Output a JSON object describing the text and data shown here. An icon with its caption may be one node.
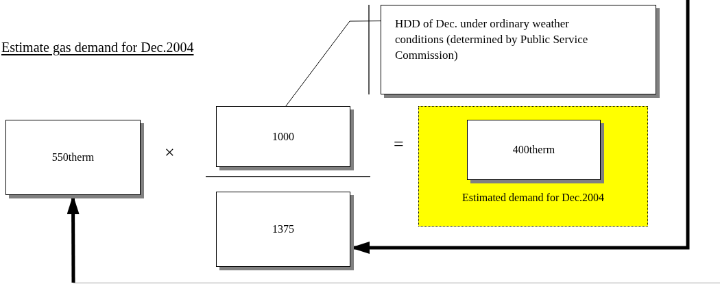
{
  "diagram": {
    "title": "Estimate gas demand for Dec.2004",
    "nodes": [
      {
        "text": [
          "HDD of Dec. under ordinary weather conditions (determined by Public Service Commission)"
        ]
      },
      {
        "text": [
          "550therm"
        ]
      },
      {
        "text": [
          "1000"
        ]
      },
      {
        "text": [
          "1375"
        ]
      },
      {
        "text": [
          "Estimated demand for Dec.2004"
        ]
      },
      {
        "text": [
          "400therm"
        ],
        "in": 4
      }
    ],
    "edges": [
      {
        "from": 0,
        "to": 2,
        "arrow": "none"
      },
      {
        "from": null,
        "to": 3,
        "arrow": "to"
      },
      {
        "from": null,
        "to": 1,
        "arrow": "to"
      }
    ],
    "labels": [
      "×",
      "="
    ]
  }
}
